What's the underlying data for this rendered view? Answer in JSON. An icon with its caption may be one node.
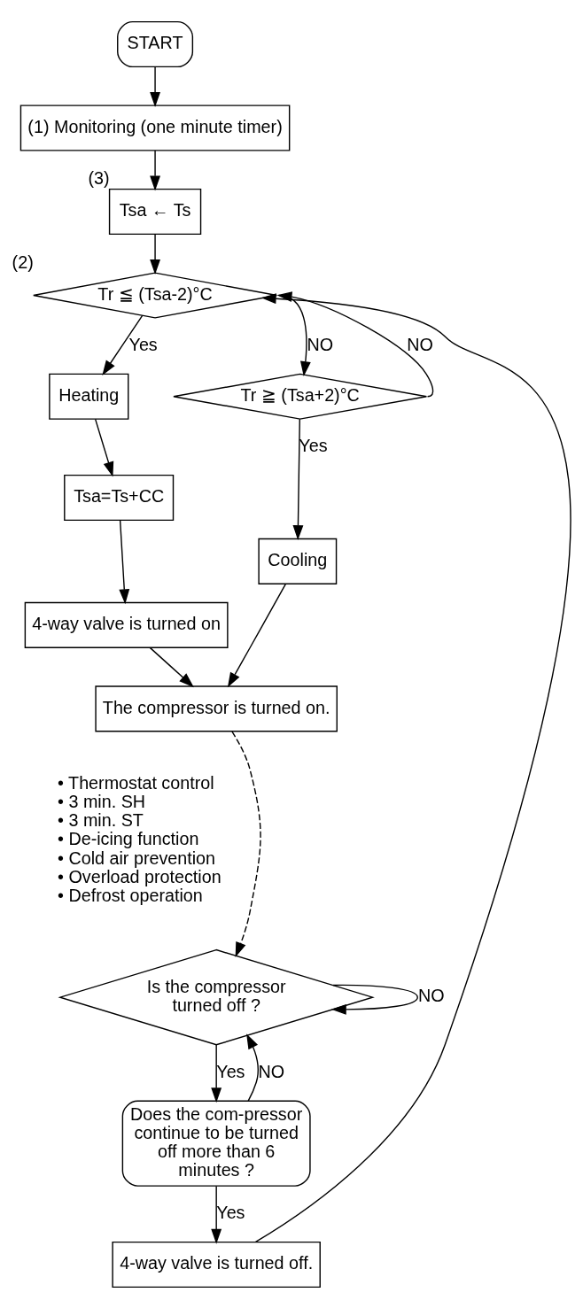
{
  "diagram": {
    "nodes": [
      {
        "text": [
          "START"
        ]
      },
      {
        "text": [
          "(1) Monitoring (one minute timer)"
        ]
      },
      {
        "text": [
          "Tsa ← Ts"
        ],
        "beside": [
          "(3)"
        ]
      },
      {
        "text": [
          "Tr ≦ (Tsa-2)°C"
        ],
        "beside": [
          "(2)"
        ]
      },
      {
        "text": [
          "Tr ≧ (Tsa+2)°C"
        ]
      },
      {
        "text": [
          "Heating"
        ]
      },
      {
        "text": [
          "Tsa=Ts+CC"
        ]
      },
      {
        "text": [
          "4-way valve is turned on"
        ]
      },
      {
        "text": [
          "Cooling"
        ]
      },
      {
        "text": [
          "The compressor is turned on."
        ]
      },
      {
        "text": [
          "Is the compressor turned off ?"
        ]
      },
      {
        "text": [
          "Does the com-pressor continue to be turned off more than 6 minutes ?"
        ]
      },
      {
        "text": [
          "4-way valve is turned off."
        ]
      }
    ],
    "edges": [
      {
        "from": 0,
        "to": 1,
        "arrow": "to"
      },
      {
        "from": 1,
        "to": 2,
        "arrow": "to"
      },
      {
        "from": 2,
        "to": 3,
        "arrow": "to"
      },
      {
        "from": 3,
        "to": 5,
        "arrow": "to",
        "label": "Yes"
      },
      {
        "from": 3,
        "to": 4,
        "arrow": "to",
        "label": "NO"
      },
      {
        "from": 4,
        "to": 8,
        "arrow": "to",
        "label": "Yes"
      },
      {
        "from": 4,
        "to": 3,
        "arrow": "to",
        "label": "NO"
      },
      {
        "from": 5,
        "to": 6,
        "arrow": "to"
      },
      {
        "from": 6,
        "to": 7,
        "arrow": "to"
      },
      {
        "from": 7,
        "to": 9,
        "arrow": "to"
      },
      {
        "from": 8,
        "to": 9,
        "arrow": "to"
      },
      {
        "from": 9,
        "to": 10,
        "arrow": "to",
        "style": "dashed"
      },
      {
        "from": 10,
        "to": 11,
        "arrow": "to",
        "label": "Yes"
      },
      {
        "from": 10,
        "to": 10,
        "arrow": "to",
        "label": "NO"
      },
      {
        "from": 11,
        "to": 10,
        "arrow": "to",
        "label": "NO"
      },
      {
        "from": 11,
        "to": 12,
        "arrow": "to",
        "label": "Yes"
      },
      {
        "from": 12,
        "to": 3,
        "arrow": "to"
      }
    ],
    "labels": [
      "• Thermostat control",
      "• 3 min. SH",
      "• 3 min. ST",
      "• De-icing function",
      "• Cold air prevention",
      "• Overload protection",
      "• Defrost operation"
    ]
  }
}
